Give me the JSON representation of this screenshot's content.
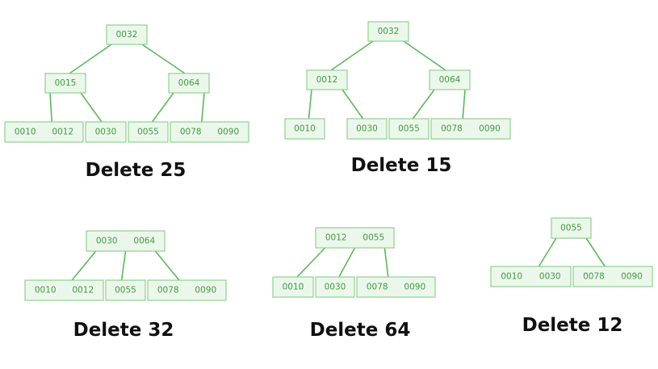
{
  "trees": [
    {
      "caption": "Delete 25",
      "nodes": [
        {
          "id": "a",
          "keys": [
            "0032"
          ]
        },
        {
          "id": "b",
          "keys": [
            "0015"
          ]
        },
        {
          "id": "c",
          "keys": [
            "0064"
          ]
        },
        {
          "id": "d",
          "keys": [
            "0010",
            "0012"
          ]
        },
        {
          "id": "e",
          "keys": [
            "0030"
          ]
        },
        {
          "id": "f",
          "keys": [
            "0055"
          ]
        },
        {
          "id": "g",
          "keys": [
            "0078",
            "0090"
          ]
        }
      ],
      "edges": [
        [
          "a",
          "b"
        ],
        [
          "a",
          "c"
        ],
        [
          "b",
          "d"
        ],
        [
          "b",
          "e"
        ],
        [
          "c",
          "f"
        ],
        [
          "c",
          "g"
        ]
      ]
    },
    {
      "caption": "Delete 15",
      "nodes": [
        {
          "id": "a",
          "keys": [
            "0032"
          ]
        },
        {
          "id": "b",
          "keys": [
            "0012"
          ]
        },
        {
          "id": "c",
          "keys": [
            "0064"
          ]
        },
        {
          "id": "d",
          "keys": [
            "0010"
          ]
        },
        {
          "id": "e",
          "keys": [
            "0030"
          ]
        },
        {
          "id": "f",
          "keys": [
            "0055"
          ]
        },
        {
          "id": "g",
          "keys": [
            "0078",
            "0090"
          ]
        }
      ],
      "edges": [
        [
          "a",
          "b"
        ],
        [
          "a",
          "c"
        ],
        [
          "b",
          "d"
        ],
        [
          "b",
          "e"
        ],
        [
          "c",
          "f"
        ],
        [
          "c",
          "g"
        ]
      ]
    },
    {
      "caption": "Delete 32",
      "nodes": [
        {
          "id": "a",
          "keys": [
            "0030",
            "0064"
          ]
        },
        {
          "id": "b",
          "keys": [
            "0010",
            "0012"
          ]
        },
        {
          "id": "c",
          "keys": [
            "0055"
          ]
        },
        {
          "id": "d",
          "keys": [
            "0078",
            "0090"
          ]
        }
      ],
      "edges": [
        [
          "a",
          "b"
        ],
        [
          "a",
          "c"
        ],
        [
          "a",
          "d"
        ]
      ]
    },
    {
      "caption": "Delete 64",
      "nodes": [
        {
          "id": "a",
          "keys": [
            "0012",
            "0055"
          ]
        },
        {
          "id": "b",
          "keys": [
            "0010"
          ]
        },
        {
          "id": "c",
          "keys": [
            "0030"
          ]
        },
        {
          "id": "d",
          "keys": [
            "0078",
            "0090"
          ]
        }
      ],
      "edges": [
        [
          "a",
          "b"
        ],
        [
          "a",
          "c"
        ],
        [
          "a",
          "d"
        ]
      ]
    },
    {
      "caption": "Delete 12",
      "nodes": [
        {
          "id": "a",
          "keys": [
            "0055"
          ]
        },
        {
          "id": "b",
          "keys": [
            "0010",
            "0030"
          ]
        },
        {
          "id": "c",
          "keys": [
            "0078",
            "0090"
          ]
        }
      ],
      "edges": [
        [
          "a",
          "b"
        ],
        [
          "a",
          "c"
        ]
      ]
    }
  ],
  "colors": {
    "node_fill": "#ecf7ec",
    "node_border": "#8fd18f",
    "key_text": "#3f9b3f",
    "edge": "#5cb85c",
    "caption": "#111111"
  }
}
